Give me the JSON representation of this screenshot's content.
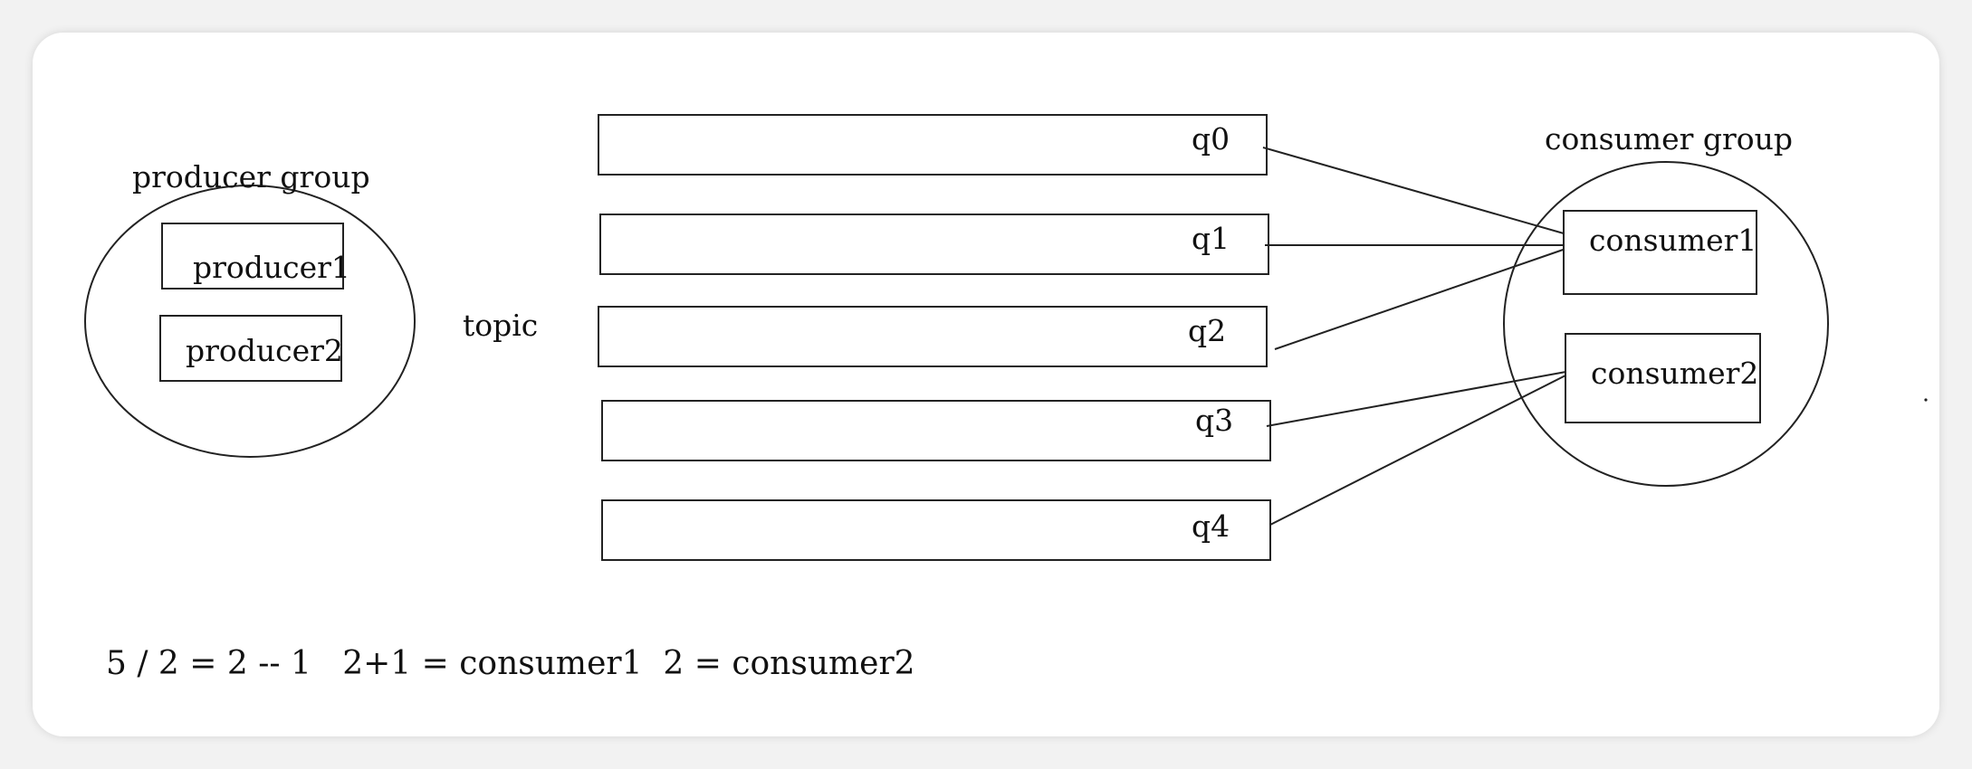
{
  "producer_group": {
    "label": "producer group",
    "producers": [
      "producer1",
      "producer2"
    ]
  },
  "topic": {
    "label": "topic",
    "queues": [
      "q0",
      "q1",
      "q2",
      "q3",
      "q4"
    ]
  },
  "consumer_group": {
    "label": "consumer group",
    "consumers": [
      "consumer1",
      "consumer2"
    ]
  },
  "assignments": [
    {
      "queue": "q0",
      "consumer": "consumer1"
    },
    {
      "queue": "q1",
      "consumer": "consumer1"
    },
    {
      "queue": "q2",
      "consumer": "consumer1"
    },
    {
      "queue": "q3",
      "consumer": "consumer2"
    },
    {
      "queue": "q4",
      "consumer": "consumer2"
    }
  ],
  "formula": "5 / 2 = 2 -- 1   2+1 = consumer1  2 = consumer2"
}
